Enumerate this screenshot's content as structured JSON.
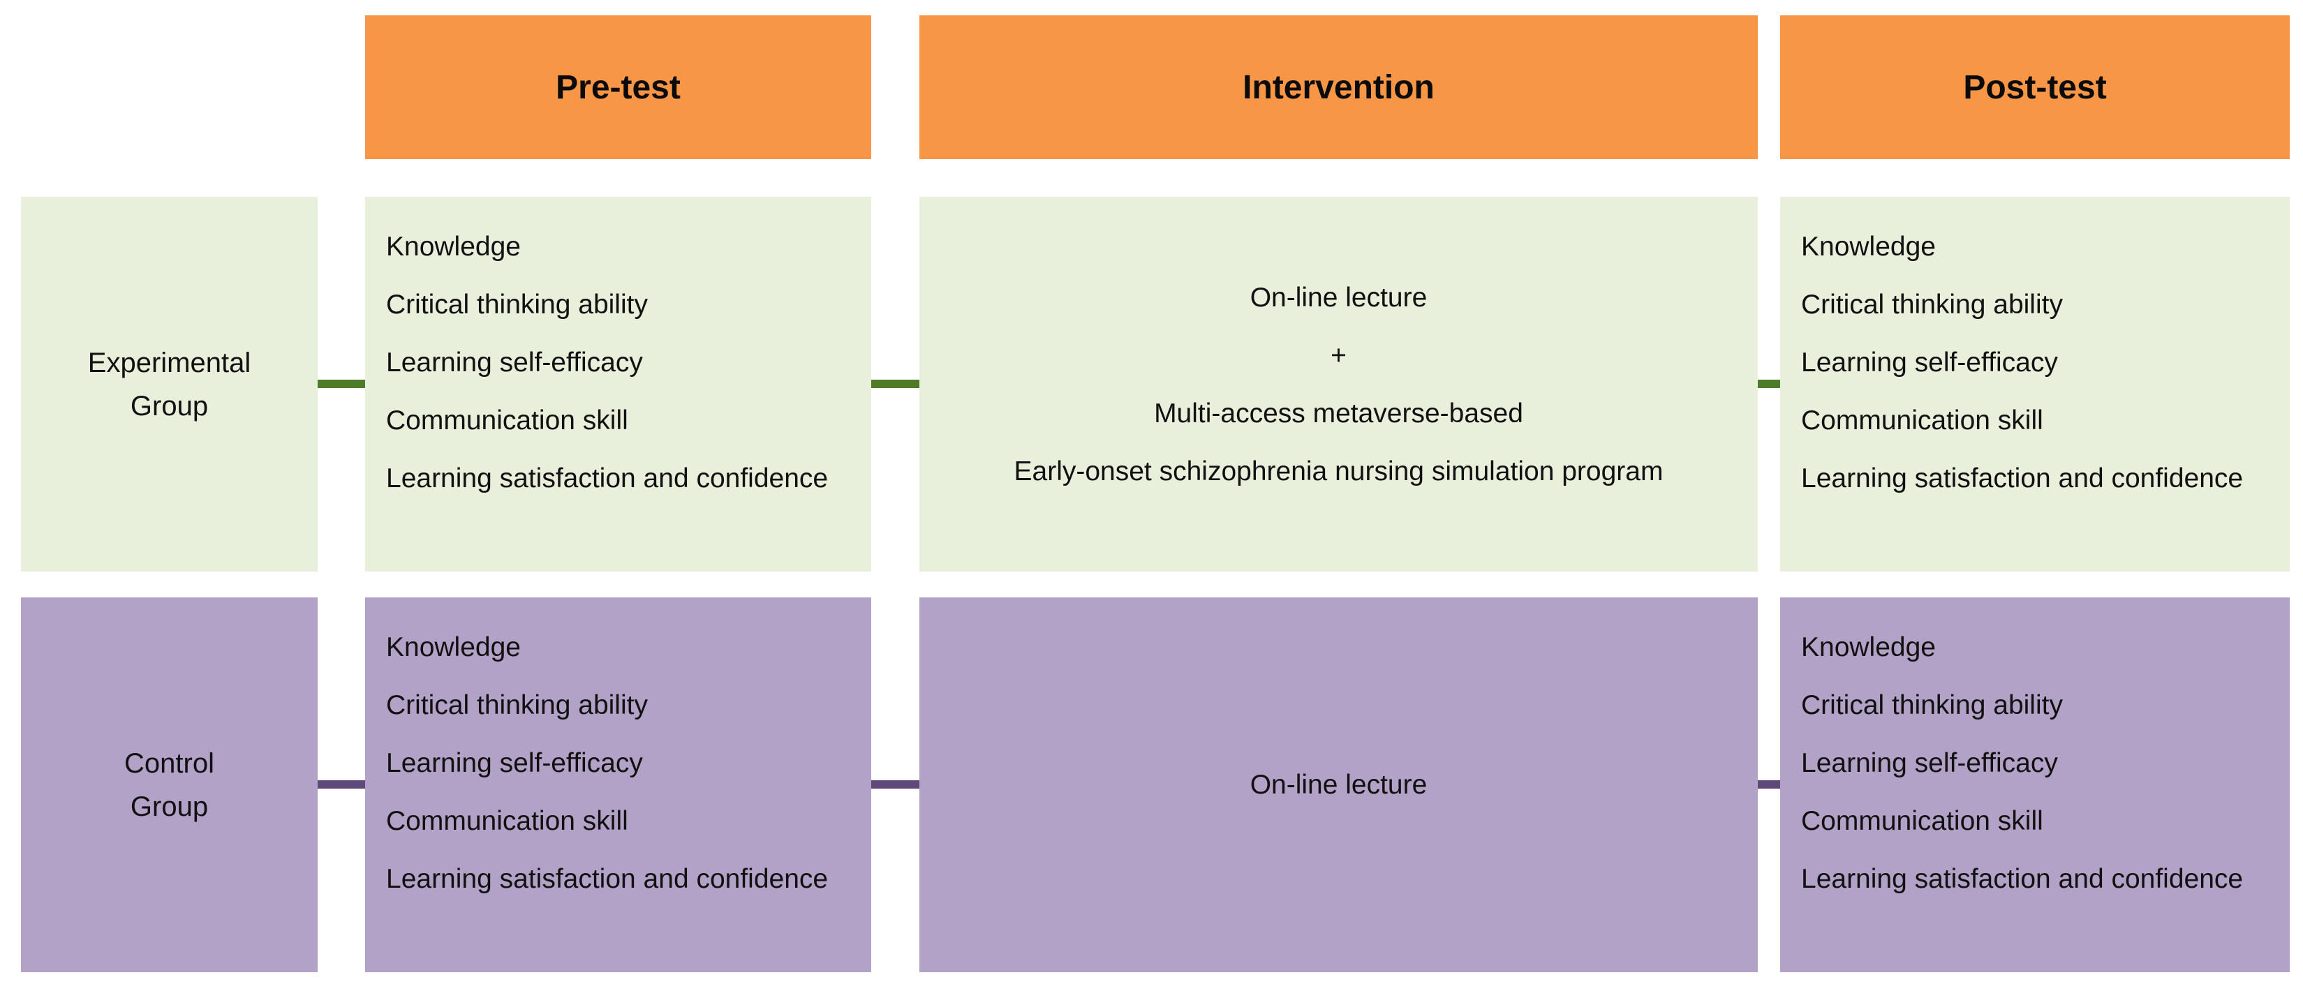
{
  "colors": {
    "header_fill": "#F79646",
    "experimental_fill": "#E8EFDB",
    "control_fill": "#B3A2C7",
    "experimental_connector": "#4E7B2A",
    "control_connector": "#5F497A",
    "text": "#111111"
  },
  "headers": {
    "pretest": "Pre-test",
    "intervention": "Intervention",
    "posttest": "Post-test"
  },
  "rows": {
    "experimental": {
      "label_line1": "Experimental",
      "label_line2": "Group",
      "pretest_items": [
        "Knowledge",
        "Critical thinking ability",
        "Learning self-efficacy",
        "Communication skill",
        "Learning satisfaction and confidence"
      ],
      "intervention_lines": [
        "On-line lecture",
        "+",
        "Multi-access metaverse-based",
        "Early-onset schizophrenia nursing simulation program"
      ],
      "posttest_items": [
        "Knowledge",
        "Critical thinking ability",
        "Learning self-efficacy",
        "Communication skill",
        "Learning satisfaction and confidence"
      ]
    },
    "control": {
      "label_line1": "Control",
      "label_line2": "Group",
      "pretest_items": [
        "Knowledge",
        "Critical thinking ability",
        "Learning self-efficacy",
        "Communication skill",
        "Learning satisfaction and confidence"
      ],
      "intervention_lines": [
        "On-line lecture"
      ],
      "posttest_items": [
        "Knowledge",
        "Critical thinking ability",
        "Learning self-efficacy",
        "Communication skill",
        "Learning satisfaction and confidence"
      ]
    }
  }
}
